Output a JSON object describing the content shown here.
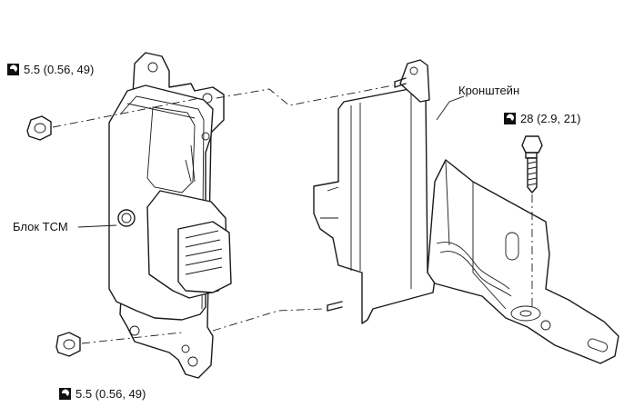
{
  "labels": {
    "bracket": "Кронштейн",
    "tcm_block": "Блок ТСМ"
  },
  "torques": {
    "nut_top": "5.5 (0.56, 49)",
    "bolt": "28 (2.9, 21)",
    "nut_bottom": "5.5 (0.56, 49)"
  },
  "icons": {
    "nut_torque": "torque-wrench-icon",
    "bolt_torque": "torque-wrench-icon"
  }
}
